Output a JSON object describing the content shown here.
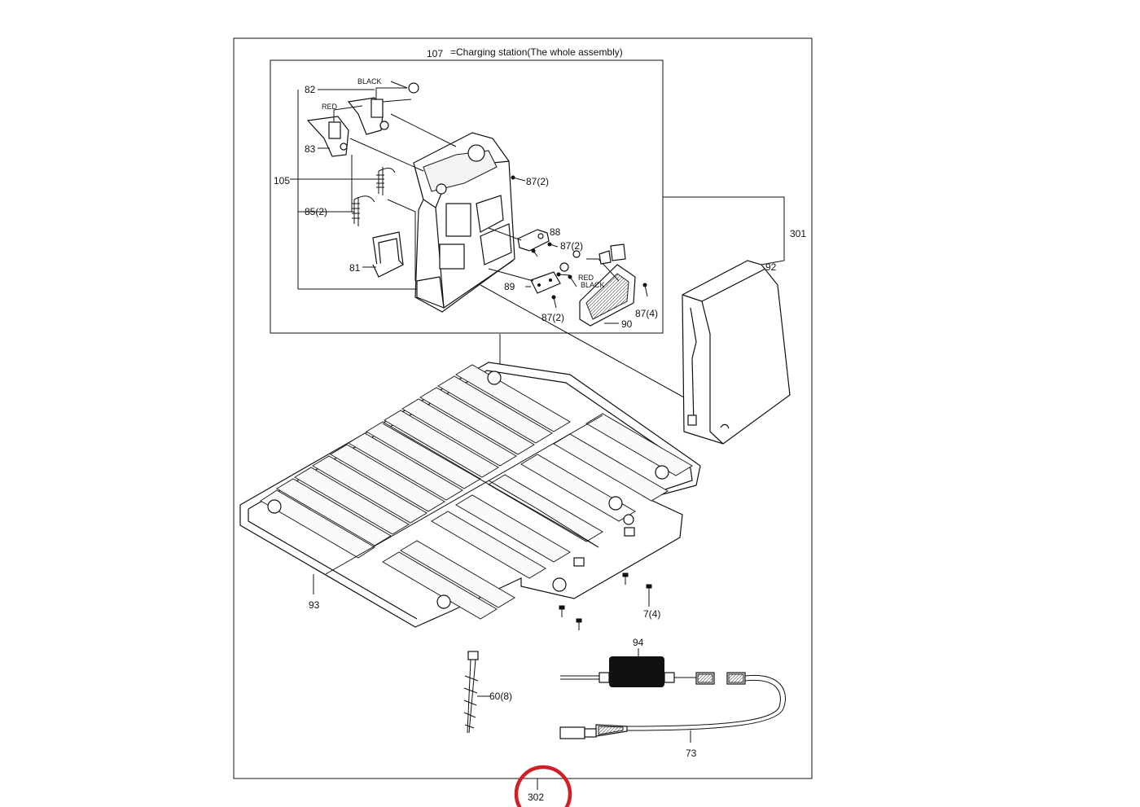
{
  "assembly": {
    "number": "107",
    "title": "=Charging  station(The whole assembly)"
  },
  "wire_labels": {
    "black_top": "BLACK",
    "red_top": "RED",
    "red_bottom": "RED",
    "black_bottom": "BLACK"
  },
  "callouts": {
    "c82": "82",
    "c83": "83",
    "c105": "105",
    "c85": "85(2)",
    "c81": "81",
    "c87a": "87(2)",
    "c88": "88",
    "c87b": "87(2)",
    "c89": "89",
    "c87c": "87(2)",
    "c90": "90",
    "c87d": "87(4)",
    "c301": "301",
    "c92": "92",
    "c93": "93",
    "c7": "7(4)",
    "c94": "94",
    "c60": "60(8)",
    "c73": "73",
    "c302": "302"
  },
  "colors": {
    "line": "#111111",
    "highlight_circle": "#d11f26"
  }
}
